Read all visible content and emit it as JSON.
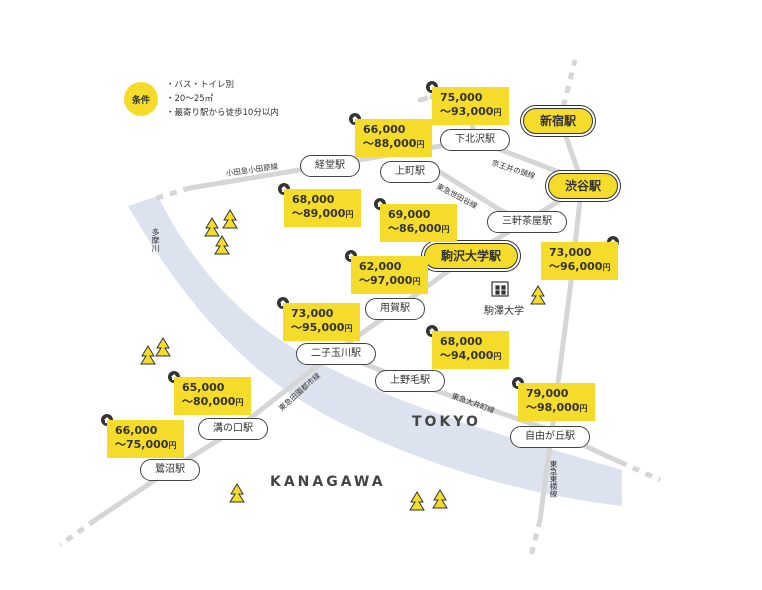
{
  "legend": {
    "badge": "条件",
    "items": [
      "・バス・トイレ別",
      "・20～25㎡",
      "・最寄り駅から徒歩10分以内"
    ]
  },
  "stations": {
    "shinjuku": "新宿駅",
    "shibuya": "渋谷駅",
    "komazawa": "駒沢大学駅",
    "shimokitazawa": "下北沢駅",
    "kyodo": "経堂駅",
    "kamimachi": "上町駅",
    "sangenjaya": "三軒茶屋駅",
    "yoga": "用賀駅",
    "futakotamagawa": "二子玉川駅",
    "kaminoge": "上野毛駅",
    "jiyugaoka": "自由が丘駅",
    "mizonokuchi": "溝の口駅",
    "saginuma": "鷺沼駅"
  },
  "prices": [
    {
      "line1": "75,000",
      "line2": "～93,000",
      "unit": "円"
    },
    {
      "line1": "66,000",
      "line2": "～88,000",
      "unit": "円"
    },
    {
      "line1": "68,000",
      "line2": "～89,000",
      "unit": "円"
    },
    {
      "line1": "69,000",
      "line2": "～86,000",
      "unit": "円"
    },
    {
      "line1": "62,000",
      "line2": "～97,000",
      "unit": "円"
    },
    {
      "line1": "73,000",
      "line2": "～96,000",
      "unit": "円"
    },
    {
      "line1": "73,000",
      "line2": "～95,000",
      "unit": "円"
    },
    {
      "line1": "68,000",
      "line2": "～94,000",
      "unit": "円"
    },
    {
      "line1": "65,000",
      "line2": "～80,000",
      "unit": "円"
    },
    {
      "line1": "79,000",
      "line2": "～98,000",
      "unit": "円"
    },
    {
      "line1": "66,000",
      "line2": "～75,000",
      "unit": "円"
    }
  ],
  "lines": {
    "odakyu": "小田急小田原線",
    "keio": "京王井の頭線",
    "setagaya": "東急世田谷線",
    "denentoshi": "東急田園都市線",
    "oimachi": "東急大井町線",
    "toyoko": "東急東横線"
  },
  "areas": {
    "tokyo": "TOKYO",
    "kanagawa": "KANAGAWA"
  },
  "river": "多摩川",
  "university": "駒澤大学",
  "colors": {
    "accent": "#f5dc2b",
    "river": "#dde3ee",
    "rail": "#d6d6d6"
  }
}
